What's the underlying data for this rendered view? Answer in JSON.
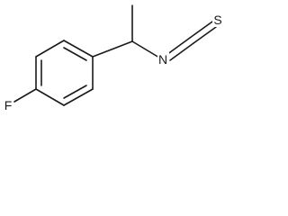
{
  "molecule": {
    "atoms": {
      "fluorine": "F",
      "nitrogen": "N",
      "sulfur": "S"
    }
  }
}
